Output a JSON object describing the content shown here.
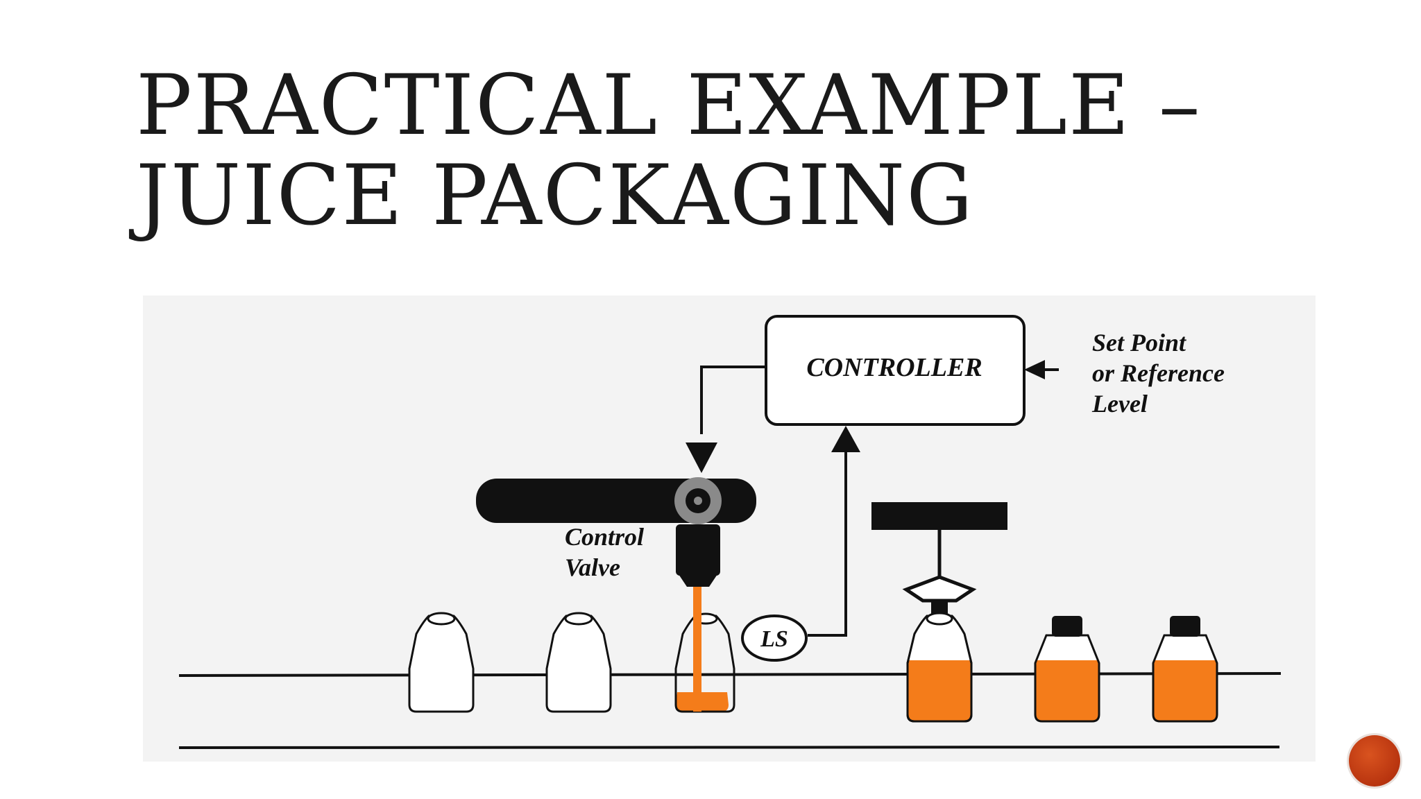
{
  "slide": {
    "title_line1": "PRACTICAL EXAMPLE –",
    "title_line2": "JUICE PACKAGING"
  },
  "diagram": {
    "controller_label": "CONTROLLER",
    "setpoint_lines": [
      "Set Point",
      "or Reference",
      "Level"
    ],
    "valve_lines": [
      "Control",
      "Valve"
    ],
    "sensor_label": "LS"
  },
  "colors": {
    "juice": "#f47c1a",
    "background": "#ffffff",
    "diagram_bg": "#f3f3f3",
    "ink": "#111111",
    "nav_button": "#c43c12"
  },
  "icons": {
    "nav": "next-slide-button"
  }
}
